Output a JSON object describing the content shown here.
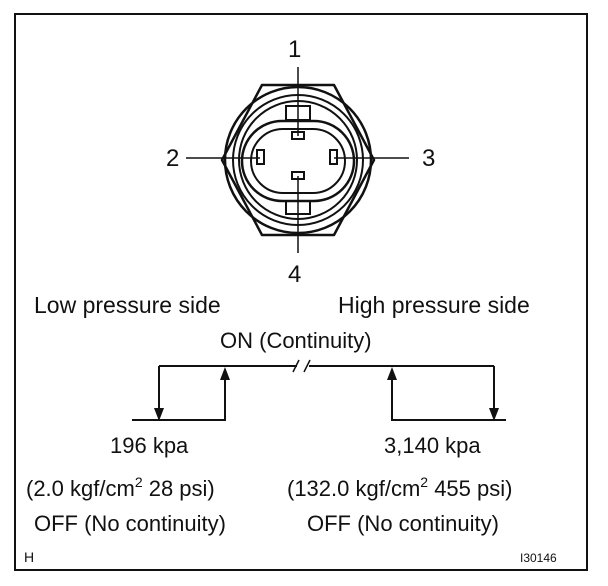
{
  "terminals": [
    "1",
    "2",
    "3",
    "4"
  ],
  "sides": {
    "low": "Low pressure side",
    "high": "High pressure side"
  },
  "on_state": "ON (Continuity)",
  "low_side": {
    "pressure": "196 kpa",
    "conversion_open": "(2.0 kgf/cm",
    "conversion_sup": "2",
    "conversion_close": " 28 psi)",
    "state": "OFF (No continuity)"
  },
  "high_side": {
    "pressure": "3,140 kpa",
    "conversion_open": "(132.0 kgf/cm",
    "conversion_sup": "2",
    "conversion_close": " 455 psi)",
    "state": "OFF (No continuity)"
  },
  "corner_mark": "H",
  "figure_code": "I30146"
}
